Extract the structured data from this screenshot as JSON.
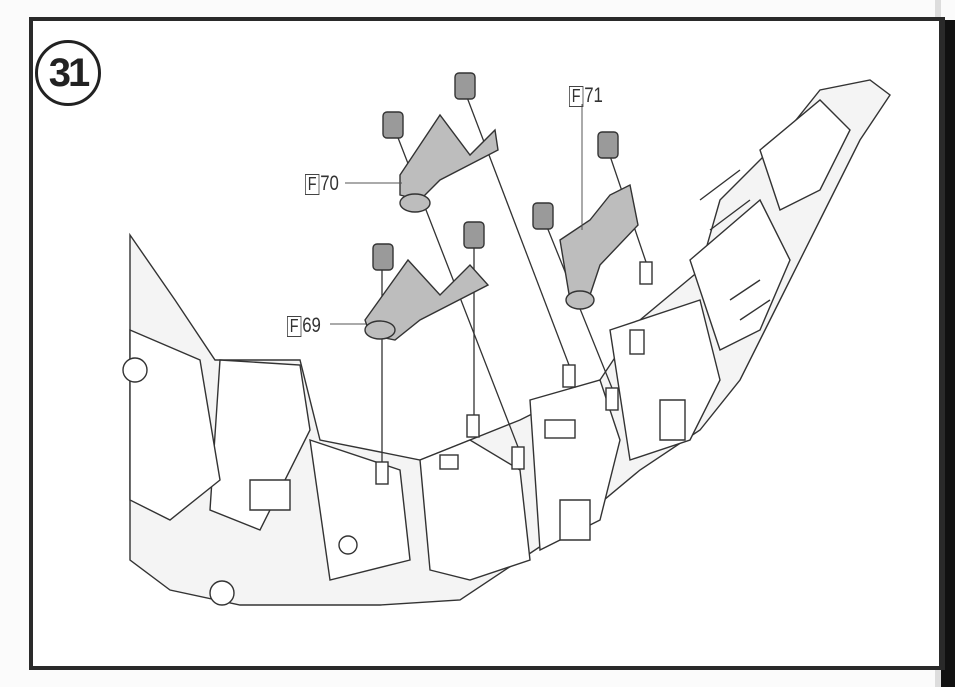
{
  "step_number": "31",
  "parts": [
    {
      "runner": "F",
      "number": "70"
    },
    {
      "runner": "F",
      "number": "71"
    },
    {
      "runner": "F",
      "number": "69"
    }
  ]
}
